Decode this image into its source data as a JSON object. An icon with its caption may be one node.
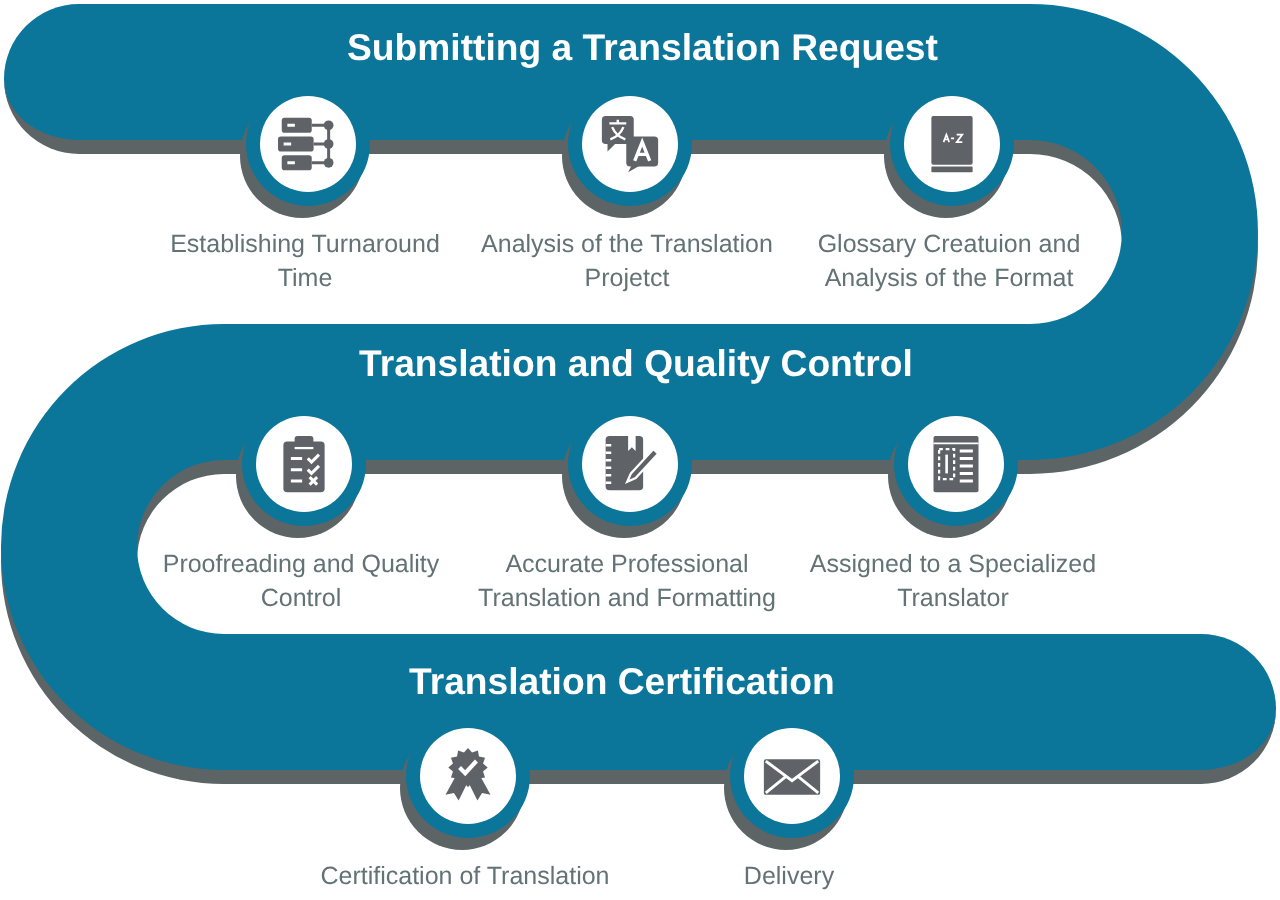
{
  "diagram": {
    "nodes": [
      {
        "text": [
          "Submitting a Translation Request"
        ]
      },
      {
        "text": [],
        "shape": "circle",
        "beside": [
          "Establishing Turnaround Time"
        ]
      },
      {
        "text": [],
        "shape": "circle",
        "beside": [
          "Analysis of the Translation Projetct"
        ]
      },
      {
        "text": [],
        "shape": "circle",
        "beside": [
          "Glossary Creatuion and Analysis of the Format"
        ]
      },
      {
        "text": [
          "Translation and Quality Control"
        ]
      },
      {
        "text": [],
        "shape": "circle",
        "beside": [
          "Proofreading and Quality Control"
        ]
      },
      {
        "text": [],
        "shape": "circle",
        "beside": [
          "Accurate Professional Translation and Formatting"
        ]
      },
      {
        "text": [],
        "shape": "circle",
        "beside": [
          "Assigned to a Specialized Translator"
        ]
      },
      {
        "text": [
          "Translation Certification"
        ]
      },
      {
        "text": [],
        "shape": "circle",
        "beside": [
          "Certification of Translation"
        ]
      },
      {
        "text": [],
        "shape": "circle",
        "beside": [
          "Delivery"
        ]
      }
    ]
  }
}
